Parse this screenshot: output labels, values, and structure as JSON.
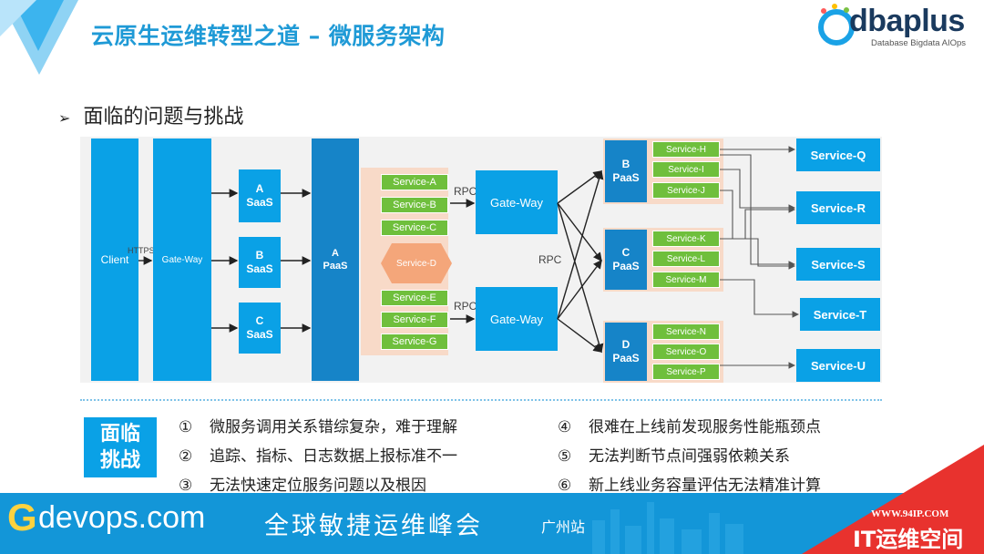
{
  "header": {
    "title": "云原生运维转型之道 – 微服务架构",
    "brand": {
      "word": "dbaplus",
      "sub": "Database Bigdata AIOps"
    }
  },
  "subtitle": "面临的问题与挑战",
  "diagram": {
    "client": "Client",
    "protocol": "HTTPS",
    "gateway_main": "Gate-Way",
    "saas": [
      {
        "letter": "A",
        "label": "SaaS"
      },
      {
        "letter": "B",
        "label": "SaaS"
      },
      {
        "letter": "C",
        "label": "SaaS"
      }
    ],
    "paas_a": {
      "letter": "A",
      "label": "PaaS"
    },
    "services_top": [
      "Service-A",
      "Service-B",
      "Service-C"
    ],
    "service_d": "Service-D",
    "services_bottom": [
      "Service-E",
      "Service-F",
      "Service-G"
    ],
    "rpc": "RPC",
    "gateways": [
      "Gate-Way",
      "Gate-Way"
    ],
    "paas_group": [
      {
        "letter": "B",
        "label": "PaaS",
        "services": [
          "Service-H",
          "Service-I",
          "Service-J"
        ]
      },
      {
        "letter": "C",
        "label": "PaaS",
        "services": [
          "Service-K",
          "Service-L",
          "Service-M"
        ]
      },
      {
        "letter": "D",
        "label": "PaaS",
        "services": [
          "Service-N",
          "Service-O",
          "Service-P"
        ]
      }
    ],
    "right_services": [
      "Service-Q",
      "Service-R",
      "Service-S",
      "Service-T",
      "Service-U"
    ]
  },
  "challenges": {
    "badge": [
      "面临",
      "挑战"
    ],
    "items": [
      {
        "num": "①",
        "text": "微服务调用关系错综复杂，难于理解"
      },
      {
        "num": "②",
        "text": "追踪、指标、日志数据上报标准不一"
      },
      {
        "num": "③",
        "text": "无法快速定位服务问题以及根因"
      },
      {
        "num": "④",
        "text": "很难在上线前发现服务性能瓶颈点"
      },
      {
        "num": "⑤",
        "text": "无法判断节点间强弱依赖关系"
      },
      {
        "num": "⑥",
        "text": "新上线业务容量评估无法精准计算"
      }
    ]
  },
  "footer": {
    "g": "G",
    "devops": "devops.com",
    "cn": "全球敏捷运维峰会",
    "city": "广州站"
  },
  "watermark": {
    "url": "WWW.94IP.COM",
    "text": "IT运维空间"
  },
  "colors": {
    "accent": "#0aa1e6",
    "green": "#6fbf3c",
    "peach": "#f8dac8",
    "footer": "#1396d8"
  }
}
